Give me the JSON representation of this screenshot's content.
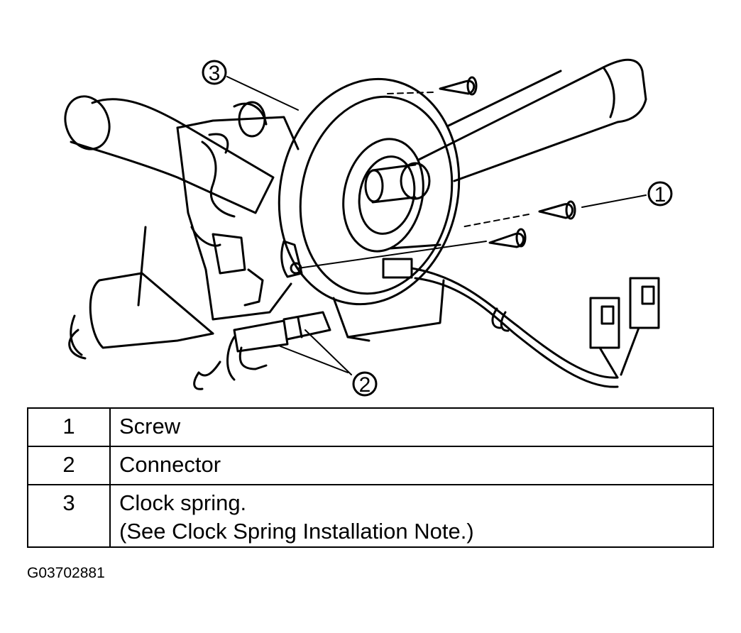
{
  "callouts": [
    {
      "number": "1"
    },
    {
      "number": "2"
    },
    {
      "number": "3"
    }
  ],
  "legend": [
    {
      "number": "1",
      "lines": [
        "Screw"
      ]
    },
    {
      "number": "2",
      "lines": [
        "Connector"
      ]
    },
    {
      "number": "3",
      "lines": [
        "Clock spring.",
        "(See Clock Spring Installation Note.)"
      ]
    }
  ],
  "figure_code": "G03702881"
}
